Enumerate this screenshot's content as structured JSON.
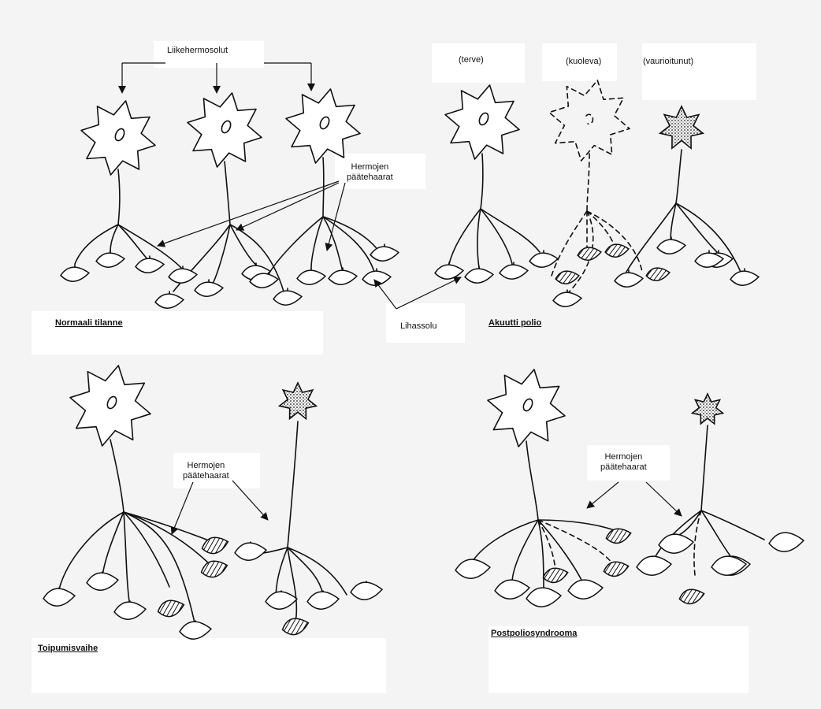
{
  "labels": {
    "motor_neurons": "Liikehermosolut",
    "nerve_endings_top": [
      "Hermojen",
      "päätehaarat"
    ],
    "muscle_cell": "Lihassolu",
    "healthy": "(terve)",
    "dying": "(kuoleva)",
    "damaged": "(vaurioitunut)",
    "nerve_endings_bl": [
      "Hermojen",
      "päätehaarat"
    ],
    "nerve_endings_br": [
      "Hermojen",
      "päätehaarat"
    ]
  },
  "panels": {
    "normal": "Normaali tilanne",
    "acute": "Akuutti polio",
    "recovery": "Toipumisvaihe",
    "ppsyndrome": "Postpoliosyndrooma"
  },
  "colors": {
    "ink": "#111111",
    "paper": "#f4f4f4",
    "label_bg": "#ffffff"
  }
}
